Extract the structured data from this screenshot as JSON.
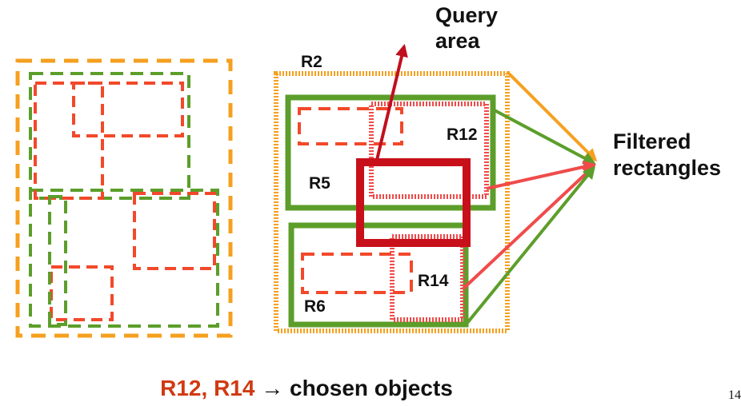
{
  "labels": {
    "query_line1": "Query",
    "query_line2": "area",
    "filtered_line1": "Filtered",
    "filtered_line2": "rectangles",
    "r2": "R2",
    "r5": "R5",
    "r6": "R6",
    "r12": "R12",
    "r14": "R14"
  },
  "caption": {
    "highlight": "R12, R14",
    "arrow": "→",
    "rest": "chosen objects"
  },
  "page_number": "14",
  "colors": {
    "orange": "#f5a01f",
    "green": "#5c9e2a",
    "red_dashed": "#f2492a",
    "query_red": "#c8101a",
    "arrow_red": "#f04b4b",
    "query_arrow": "#c0101e",
    "highlight_text": "#d03a12"
  }
}
